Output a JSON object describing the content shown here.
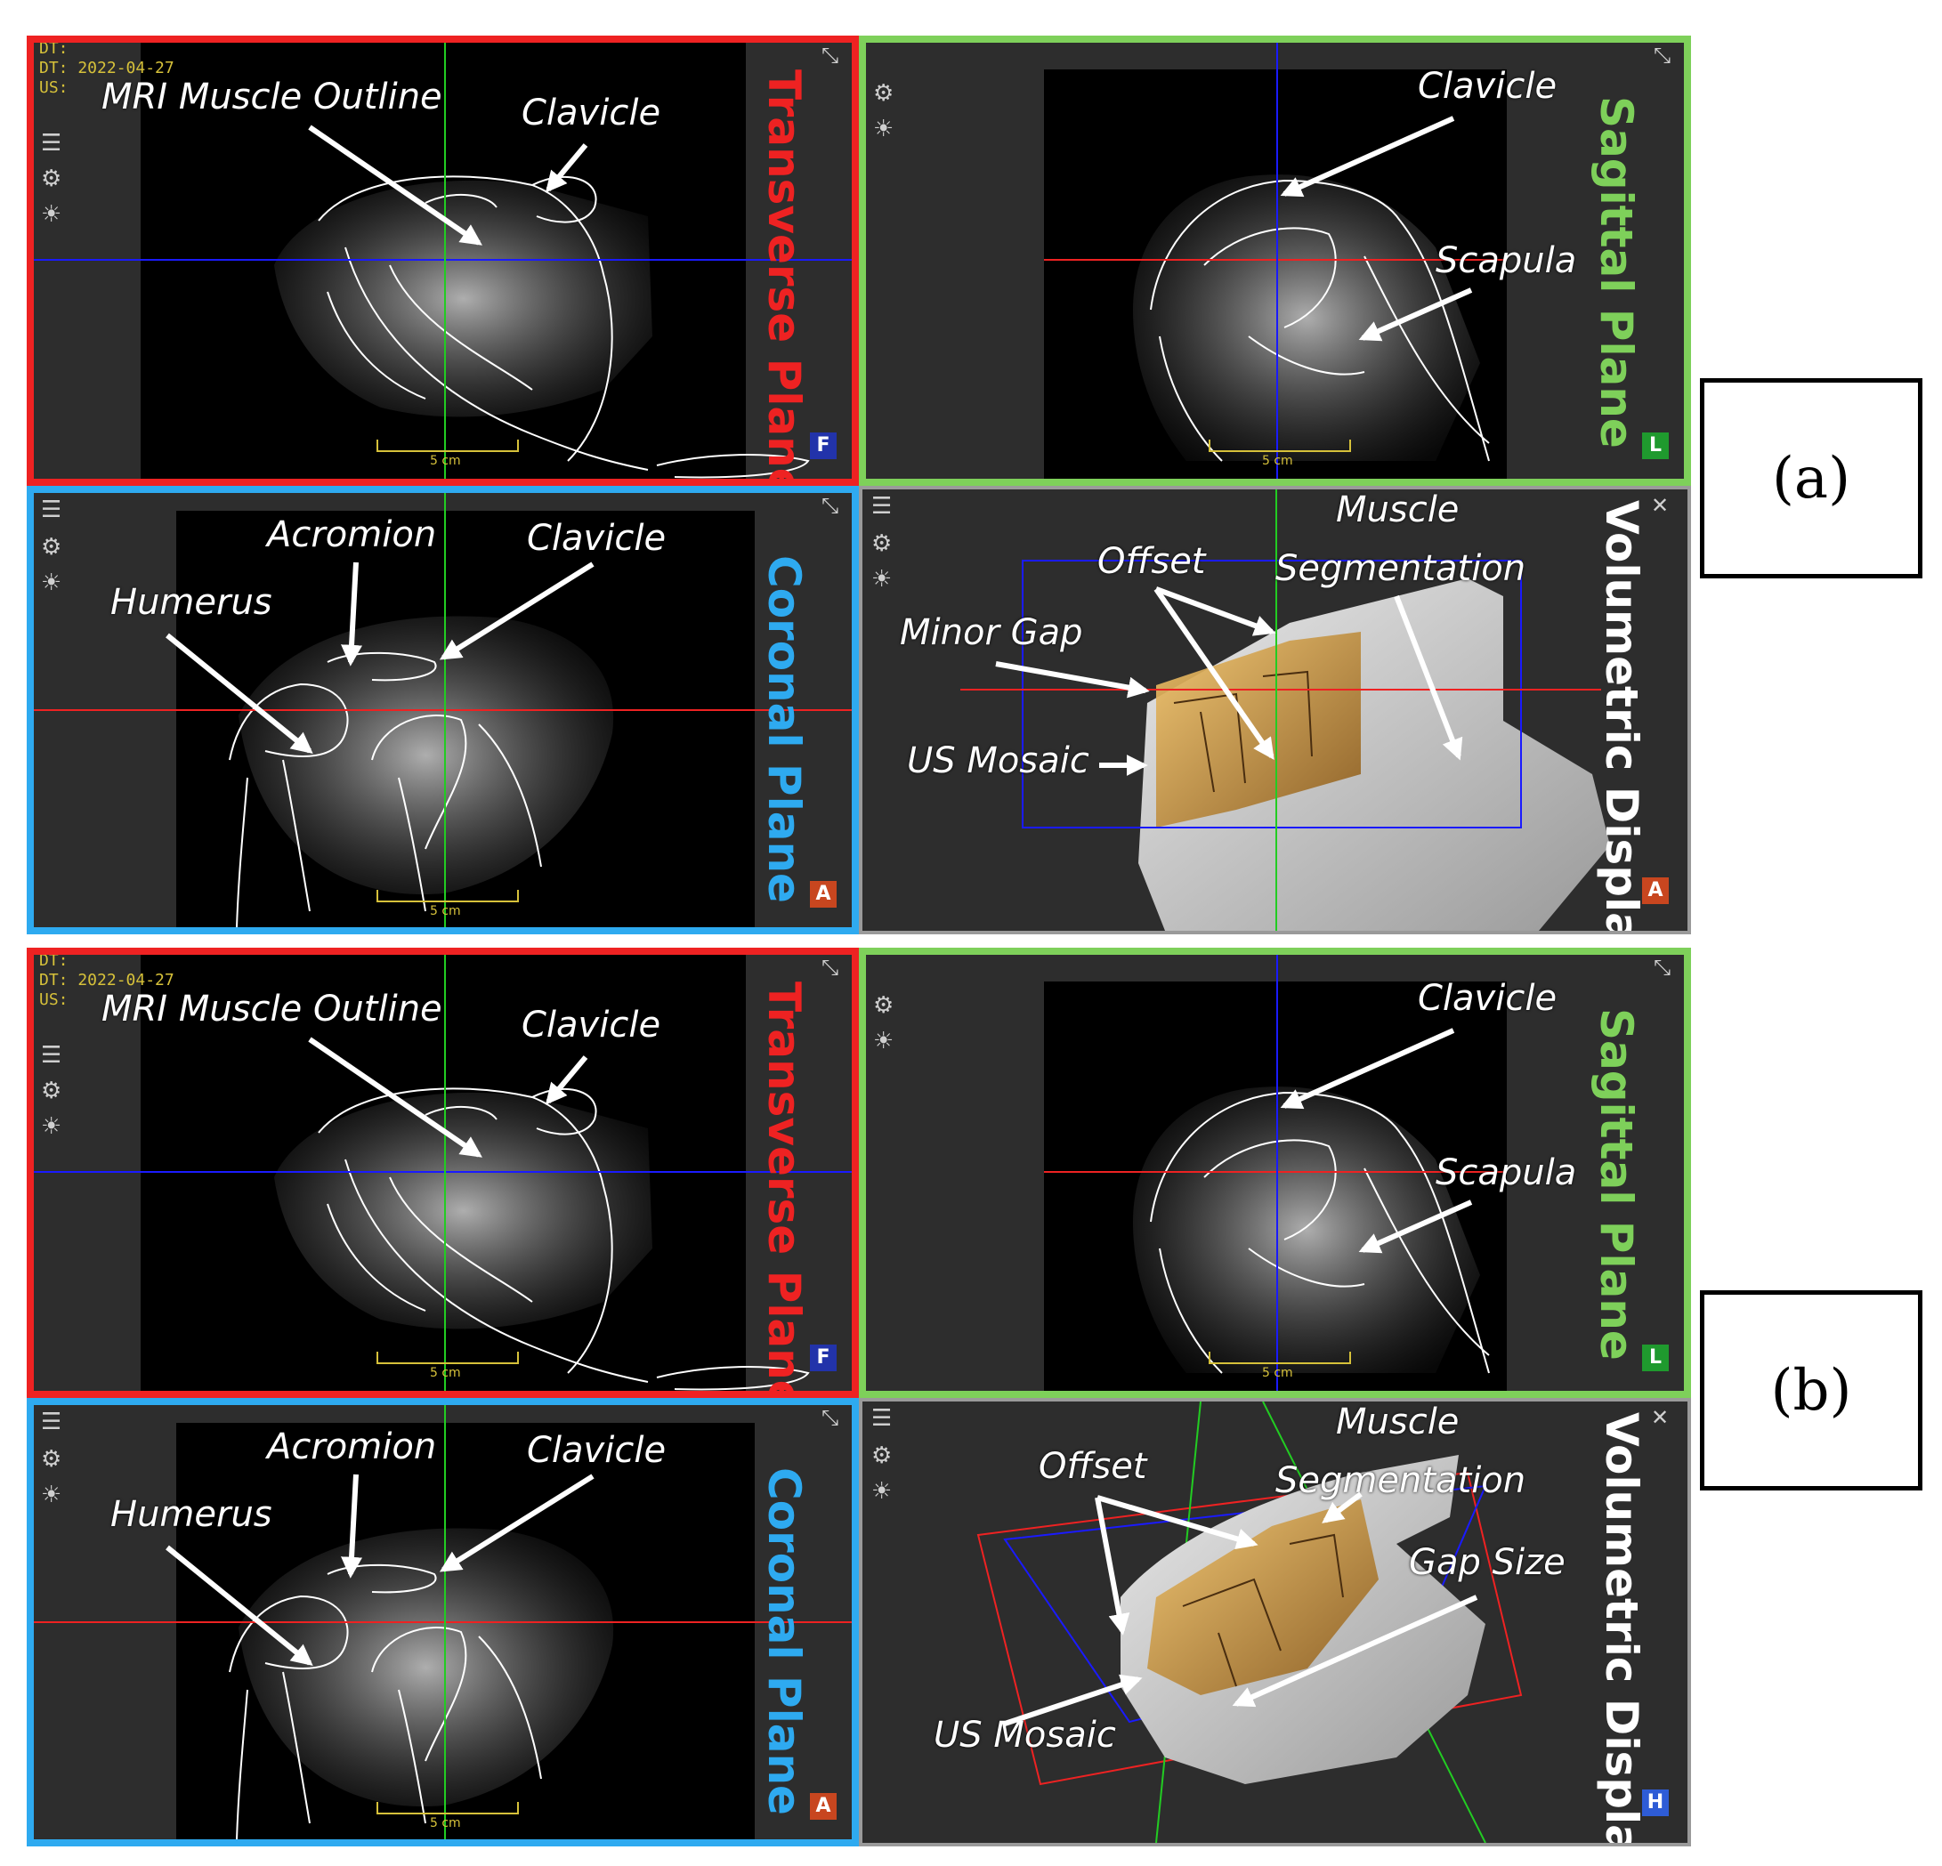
{
  "colors": {
    "transverse": "#ee2222",
    "sagittal": "#7ed05a",
    "coronal": "#2eaaf0",
    "volumetric": "#ffffff"
  },
  "figures": [
    {
      "tag": "(a)",
      "transverse": {
        "label": "Transverse Plane",
        "meta": [
          "DT:",
          "DT: 2022-04-27",
          "US:"
        ],
        "badge": "F",
        "scale": "5 cm",
        "annotations": {
          "muscle_outline": "MRI Muscle Outline",
          "clavicle": "Clavicle"
        }
      },
      "sagittal": {
        "label": "Sagittal Plane",
        "badge": "L",
        "scale": "5 cm",
        "annotations": {
          "clavicle": "Clavicle",
          "scapula": "Scapula"
        }
      },
      "coronal": {
        "label": "Coronal Plane",
        "badge": "A",
        "scale": "5 cm",
        "annotations": {
          "acromion": "Acromion",
          "clavicle": "Clavicle",
          "humerus": "Humerus"
        }
      },
      "volumetric": {
        "label": "Volumetric Display",
        "badge": "A",
        "annotations": {
          "muscle": "Muscle",
          "segmentation": "Segmentation",
          "offset": "Offset",
          "gap": "Minor Gap",
          "us_mosaic": "US Mosaic"
        }
      }
    },
    {
      "tag": "(b)",
      "transverse": {
        "label": "Transverse Plane",
        "meta": [
          "DT:",
          "DT: 2022-04-27",
          "US:"
        ],
        "badge": "F",
        "scale": "5 cm",
        "annotations": {
          "muscle_outline": "MRI Muscle Outline",
          "clavicle": "Clavicle"
        }
      },
      "sagittal": {
        "label": "Sagittal Plane",
        "badge": "L",
        "scale": "5 cm",
        "annotations": {
          "clavicle": "Clavicle",
          "scapula": "Scapula"
        }
      },
      "coronal": {
        "label": "Coronal Plane",
        "badge": "A",
        "scale": "5 cm",
        "annotations": {
          "acromion": "Acromion",
          "clavicle": "Clavicle",
          "humerus": "Humerus"
        }
      },
      "volumetric": {
        "label": "Volumetric Display",
        "badge": "H",
        "annotations": {
          "muscle": "Muscle",
          "segmentation": "Segmentation",
          "offset": "Offset",
          "gap": "Gap Size",
          "us_mosaic": "US Mosaic"
        }
      }
    }
  ],
  "icons": [
    "menu-icon",
    "gear-icon",
    "brightness-icon",
    "expand-icon",
    "collapse-icon"
  ]
}
